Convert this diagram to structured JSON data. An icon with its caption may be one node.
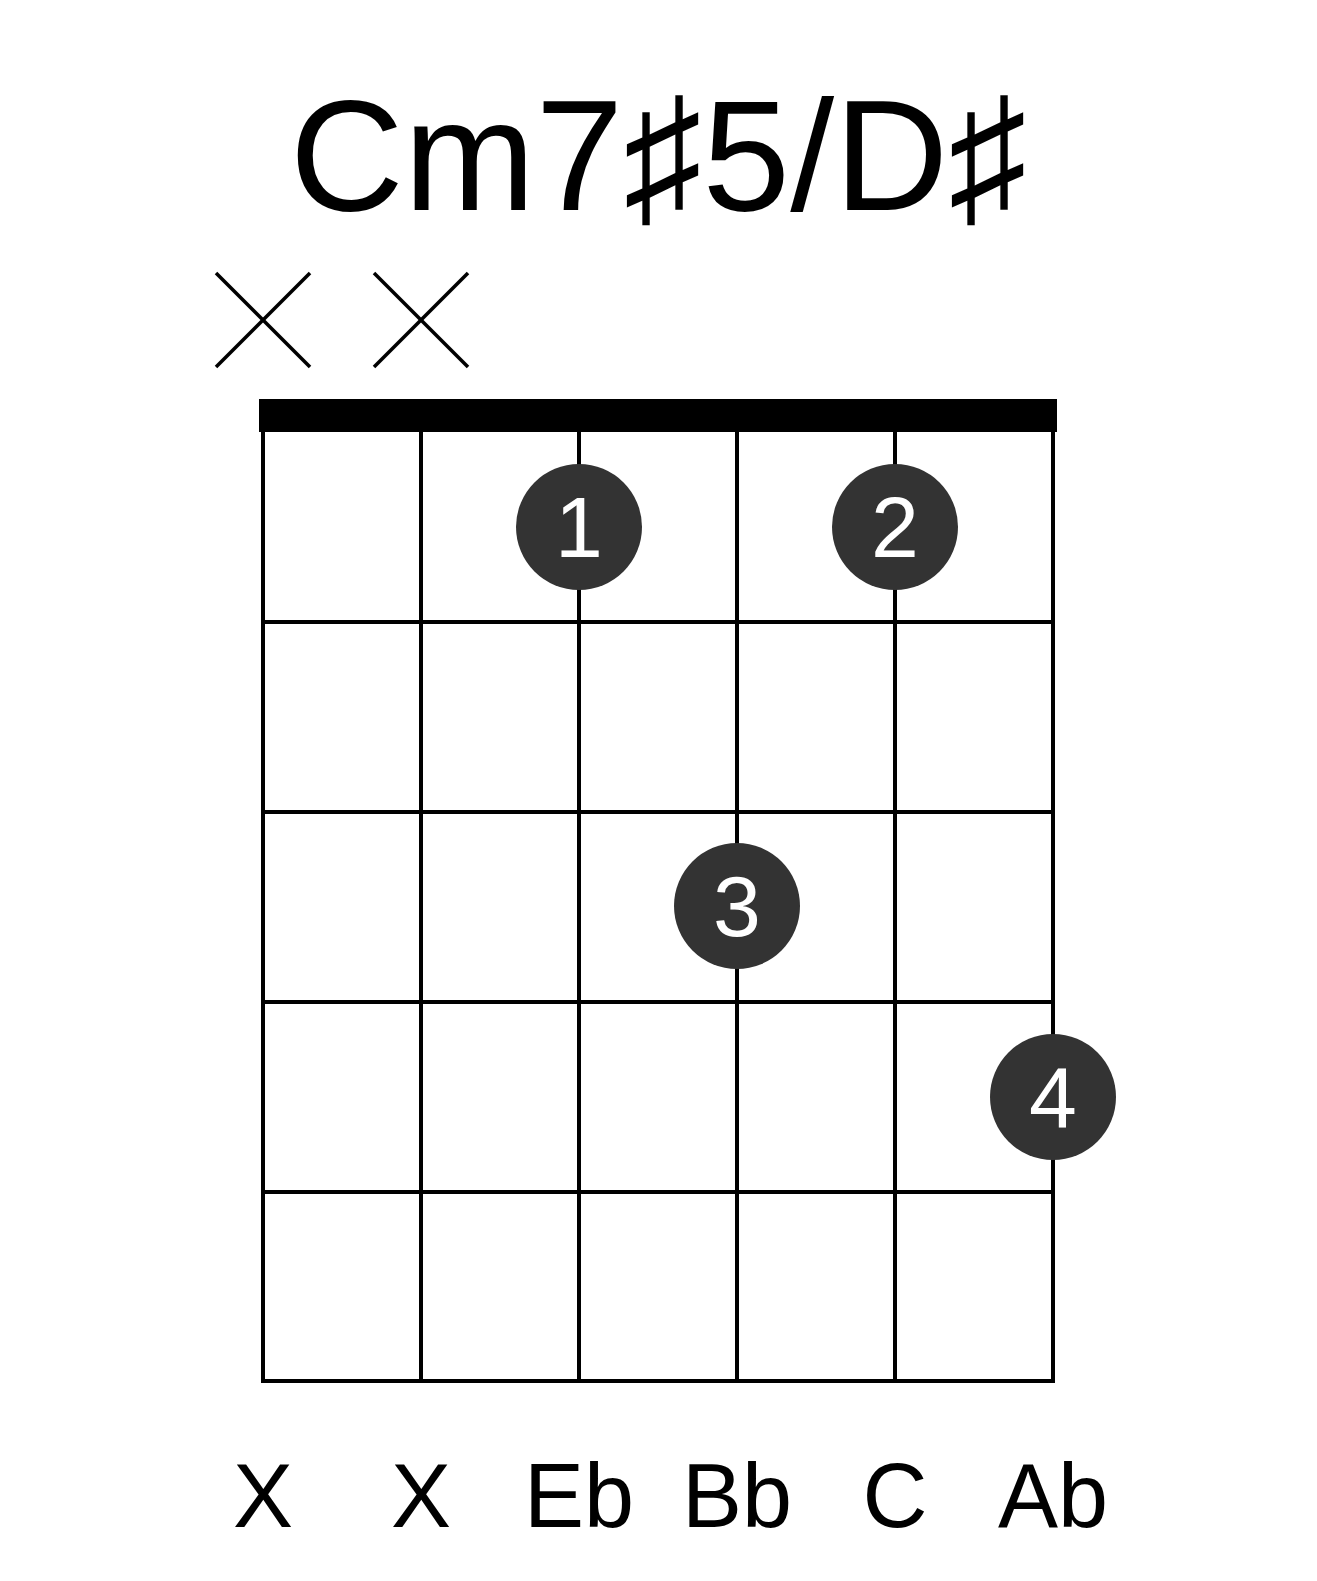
{
  "diagram": {
    "title": "Cm7♯5/D♯",
    "nodes": [
      {
        "text": [
          "1"
        ]
      },
      {
        "text": [
          "2"
        ]
      },
      {
        "text": [
          "3"
        ]
      },
      {
        "text": [
          "4"
        ]
      }
    ],
    "labels": [
      "X",
      "X",
      "Eb",
      "Bb",
      "C",
      "Ab"
    ]
  }
}
